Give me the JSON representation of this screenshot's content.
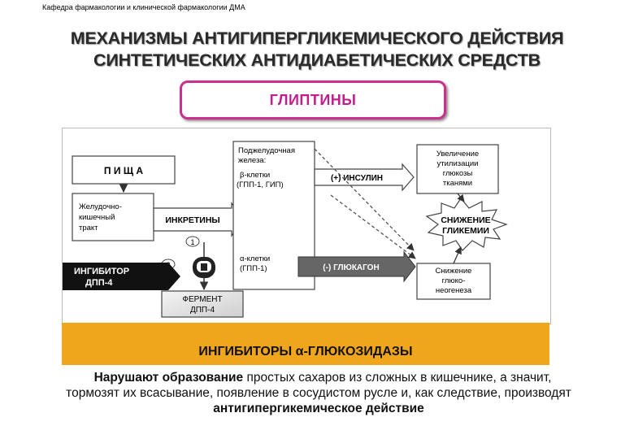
{
  "header": {
    "department": "Кафедра фармакологии и клинической фармакологии ДМА"
  },
  "slide": {
    "title_line1": "МЕХАНИЗМЫ АНТИГИПЕРГЛИКЕМИЧЕСКОГО ДЕЙСТВИЯ",
    "title_line2": "СИНТЕТИЧЕСКИХ АНТИДИАБЕТИЧЕСКИХ СРЕДСТВ",
    "section_label": "ГЛИПТИНЫ"
  },
  "diagram": {
    "food": "П И Щ А",
    "gi_tract": [
      "Желудочно-",
      "кишечный",
      "тракт"
    ],
    "incretins": "ИНКРЕТИНЫ",
    "pancreas": [
      "Поджелудочная",
      "железа:"
    ],
    "beta_cells": [
      "β-клетки",
      "(ГПП-1, ГИП)"
    ],
    "alpha_cells": [
      "α-клетки",
      "(ГПП-1)"
    ],
    "insulin": "(+) ИНСУЛИН",
    "glucagon": "(-) ГЛЮКАГОН",
    "glucose_util": [
      "Увеличение",
      "утилизации",
      "глюкозы",
      "тканями"
    ],
    "glycemia": [
      "СНИЖЕНИЕ",
      "ГЛИКЕМИИ"
    ],
    "gluconeo": [
      "Снижение",
      "глюко-",
      "неогенеза"
    ],
    "inhibitor": [
      "ИНГИБИТОР",
      "ДПП-4"
    ],
    "enzyme": [
      "ФЕРМЕНТ",
      "ДПП-4"
    ],
    "step1": "1",
    "step2": "2"
  },
  "banner": {
    "label": "ИНГИБИТОРЫ α-ГЛЮКОЗИДАЗЫ"
  },
  "description": {
    "bold_lead": "Нарушают образование",
    "line1_rest": " простых сахаров из сложных в кишечнике, а значит,",
    "line2": "тормозят их всасывание, появление в сосудистом русле и, как следствие, производят",
    "line3": "антигипергикемическое  действие"
  },
  "colors": {
    "title": "#2a2a2a",
    "accent_magenta": "#cc2f8e",
    "banner_orange": "#efa61c",
    "inhibitor_bg": "#111111",
    "glucagon_bg": "#666666"
  }
}
